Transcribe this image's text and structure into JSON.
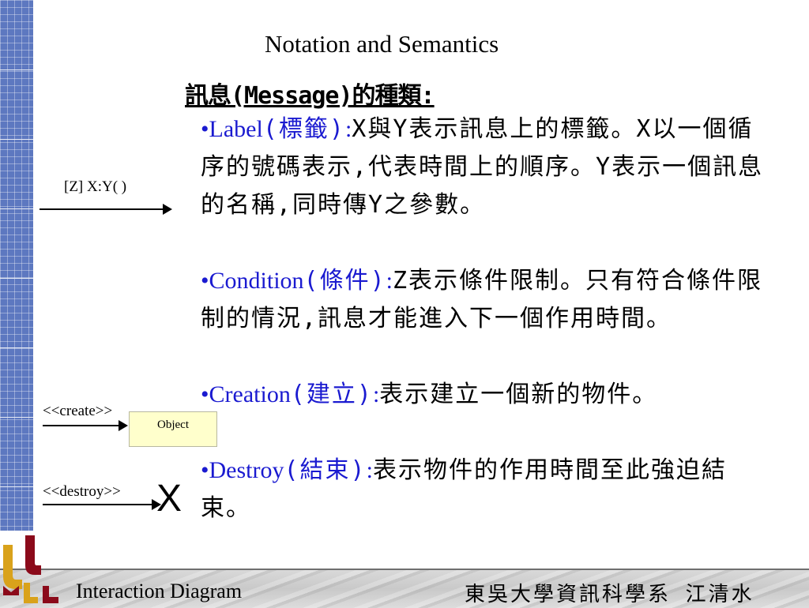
{
  "slide": {
    "title": "Notation and Semantics",
    "subtitle": "訊息(Message)的種類:"
  },
  "bullets": [
    {
      "marker": "•",
      "keyword": "Label",
      "cn": "(標籤)",
      "colon": ":",
      "text": "X與Y表示訊息上的標籤。X以一個循序的號碼表示,代表時間上的順序。Y表示一個訊息的名稱,同時傳Y之參數。"
    },
    {
      "marker": "•",
      "keyword": "Condition",
      "cn": "(條件)",
      "colon": ":",
      "text": "Z表示條件限制。只有符合條件限制的情況,訊息才能進入下一個作用時間。"
    },
    {
      "marker": "•",
      "keyword": "Creation",
      "cn": "(建立)",
      "colon": ":",
      "text": "表示建立一個新的物件。"
    },
    {
      "marker": "•",
      "keyword": "Destroy",
      "cn": "(結束)",
      "colon": ":",
      "text": "表示物件的作用時間至此強迫結束。"
    }
  ],
  "diagram": {
    "message_label": "[Z] X:Y( )",
    "create_label": "<<create>>",
    "object_label": "Object",
    "destroy_label": "<<destroy>>",
    "destroy_mark": "X"
  },
  "footer": {
    "left": "Interaction Diagram",
    "right": "東吳大學資訊科學系 江清水"
  },
  "logo": {
    "icon": "uml-logo-icon",
    "letters": "UML",
    "colors": [
      "#8b0a1a",
      "#d9a21b"
    ]
  }
}
